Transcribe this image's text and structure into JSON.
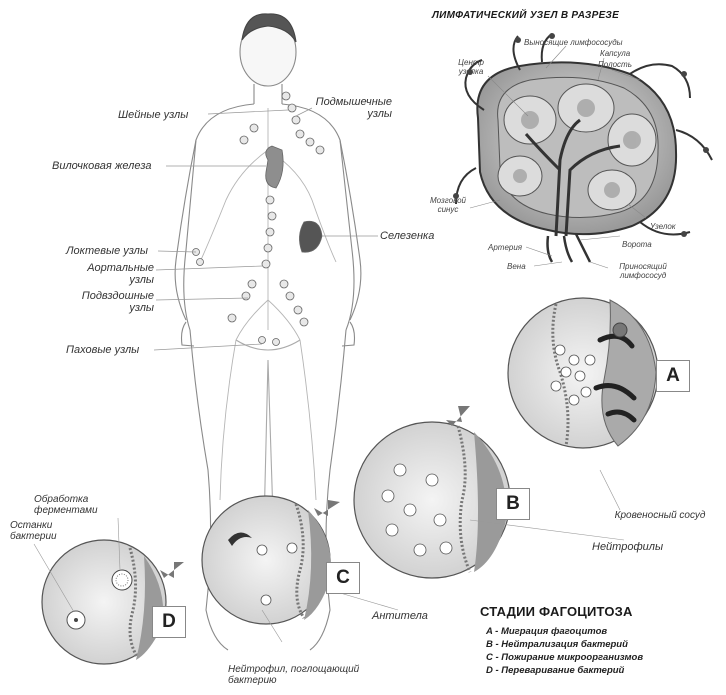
{
  "node_section": {
    "title": "ЛИМФАТИЧЕСКИЙ УЗЕЛ В РАЗРЕЗЕ",
    "labels": {
      "efferent": "Выносящие лимфососуды",
      "capsule": "Капсула",
      "cavity": "Полость",
      "center": "Центр узелка",
      "medullary": "Мозговой синус",
      "nodule": "Узелок",
      "gate": "Ворота",
      "artery": "Артерия",
      "vein": "Вена",
      "afferent": "Приносящий лимфососуд"
    }
  },
  "body_labels": {
    "cervical": "Шейные узлы",
    "axillary": "Подмышечные узлы",
    "thymus": "Вилочковая железа",
    "spleen": "Селезенка",
    "elbow": "Локтевые узлы",
    "aortic": "Аортальные узлы",
    "iliac": "Подвздошные узлы",
    "inguinal": "Паховые узлы"
  },
  "stage_letters": [
    "A",
    "B",
    "C",
    "D"
  ],
  "callouts": {
    "blood_vessel": "Кровеносный сосуд",
    "neutrophils": "Нейтрофилы",
    "antibodies": "Антитела",
    "neutrophil_absorbing": "Нейтрофил, поглощающий бактерию",
    "enzyme_processing": "Обработка ферментами",
    "bacteria_remains": "Останки бактерии"
  },
  "legend": {
    "title": "СТАДИИ ФАГОЦИТОЗА",
    "items": [
      "A - Миграция фагоцитов",
      "B - Нейтрализация бактерий",
      "C - Пожирание микроорганизмов",
      "D - Переваривание бактерий"
    ]
  }
}
